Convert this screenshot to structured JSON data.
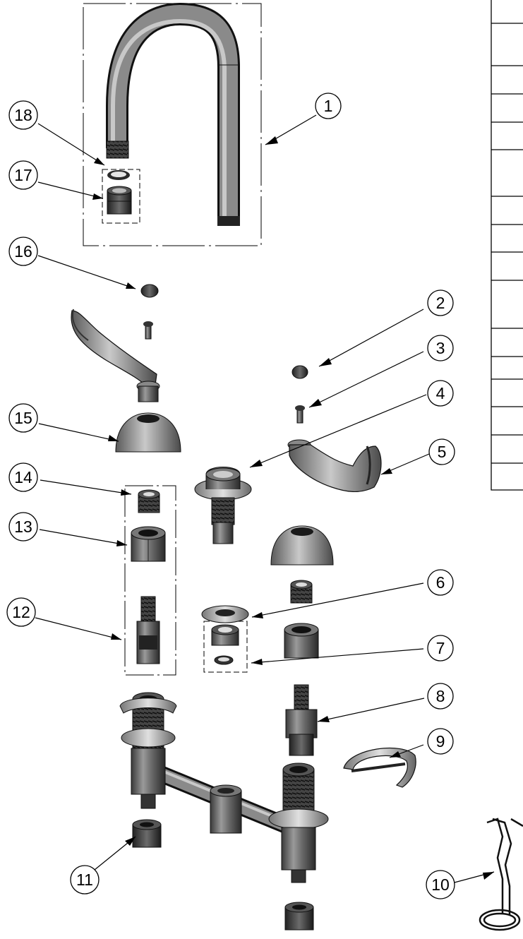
{
  "diagram": {
    "callouts": [
      {
        "id": "callout-1",
        "label": "1"
      },
      {
        "id": "callout-2",
        "label": "2"
      },
      {
        "id": "callout-3",
        "label": "3"
      },
      {
        "id": "callout-4",
        "label": "4"
      },
      {
        "id": "callout-5",
        "label": "5"
      },
      {
        "id": "callout-6",
        "label": "6"
      },
      {
        "id": "callout-7",
        "label": "7"
      },
      {
        "id": "callout-8",
        "label": "8"
      },
      {
        "id": "callout-9",
        "label": "9"
      },
      {
        "id": "callout-10",
        "label": "10"
      },
      {
        "id": "callout-11",
        "label": "11"
      },
      {
        "id": "callout-12",
        "label": "12"
      },
      {
        "id": "callout-13",
        "label": "13"
      },
      {
        "id": "callout-14",
        "label": "14"
      },
      {
        "id": "callout-15",
        "label": "15"
      },
      {
        "id": "callout-16",
        "label": "16"
      },
      {
        "id": "callout-17",
        "label": "17"
      },
      {
        "id": "callout-18",
        "label": "18"
      }
    ],
    "parts_table_rows": 17
  }
}
